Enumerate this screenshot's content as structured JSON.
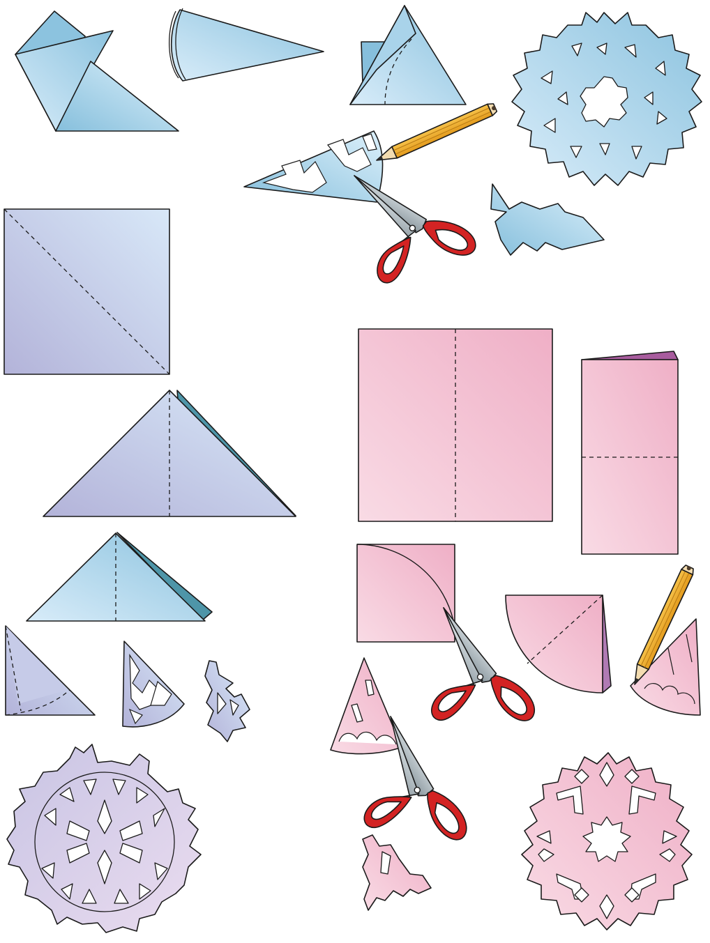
{
  "colors": {
    "blue_light": "#d6ebf8",
    "blue_mid": "#a9d3ea",
    "blue_dark": "#86bfdc",
    "lavender_light": "#dbe1f4",
    "lavender_dark": "#b3b3d9",
    "teal_edge": "#4e95a8",
    "pink_light": "#f9d8e3",
    "pink_dark": "#efb2c7",
    "mauve_edge": "#a85c9e",
    "scissor_handle": "#d32323",
    "scissor_blade": "#9aa6ad",
    "pencil_body": "#f0b030",
    "pencil_wood": "#f3dcb0"
  },
  "instructions": {
    "blue_snowflake_steps": 6,
    "lavender_snowflake_steps": 7,
    "pink_snowflake_steps": 8
  }
}
